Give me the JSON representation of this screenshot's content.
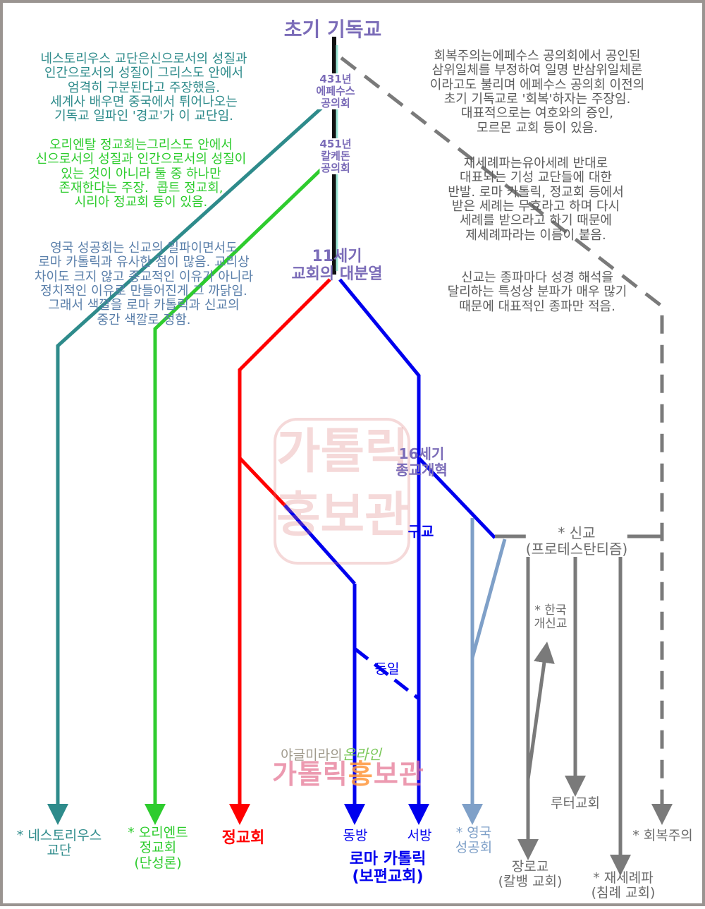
{
  "title": "초기 기독교",
  "events": {
    "ephesus": "431년\n에페수스\n공의회",
    "chalcedon": "451년\n칼케돈\n공의회",
    "schism": "11세기\n교회의 대분열",
    "reformation": "16세기\n종교개혁",
    "unity": "동일",
    "old_church": "구교"
  },
  "notes": {
    "nestorian": "네스토리우스 교단은신으로서의 성질과\n인간으로서의 성질이 그리스도 안에서\n엄격히 구분된다고 주장했음.\n세계사 배우면 중국에서 튀어나오는\n기독교 일파인 '경교'가 이 교단임.",
    "oriental": "오리엔탈 정교회는그리스도 안에서\n신으로서의 성질과 인간으로서의 성질이\n있는 것이 아니라 둘 중 하나만\n존재한다는 주장.  콥트 정교회,\n시리아 정교회 등이 있음.",
    "anglican": "영국 성공회는 신교의 일파이면서도\n로마 카톨릭과 유사한 점이 많음. 교리상\n차이도 크지 않고 종교적인 이유가 아니라\n정치적인 이유로 만들어진게 그 까닭임.\n그래서 색깔을 로마 카톨릭과 신교의\n중간 색깔로 정함.",
    "restoration": "회복주의는에페수스 공의회에서 공인된\n삼위일체를 부정하여 일명 반삼위일체론\n이라고도 불리며 에페수스 공의회 이전의\n초기 기독교로 '회복'하자는 주장임.\n대표적으로는 여호와의 증인,\n모르몬 교회 등이 있음.",
    "anabaptist": "재세례파는유아세례 반대로\n대표되는 기성 교단들에 대한\n반발. 로마 카톨릭, 정교회 등에서\n받은 세례는 무효라고 하며 다시\n세례를 받으라고 하기 때문에\n제세례파라는 이름이 붙음.",
    "protestant": "신교는 종파마다 성경 해석을\n달리하는 특성상 분파가 매우 많기\n때문에 대표적인 종파만 적음."
  },
  "branches": {
    "nestorian": "* 네스토리우스\n교단",
    "oriental": "* 오리엔트\n정교회\n(단성론)",
    "orthodox": "정교회",
    "east": "동방",
    "west": "서방",
    "catholic": "로마 카톨릭\n(보편교회)",
    "anglican": "* 영국\n성공회",
    "protestant": "* 신교\n(프로테스탄티즘)",
    "korean": "* 한국\n개신교",
    "lutheran": "루터교회",
    "presbyterian": "장로교\n(칼뱅 교회)",
    "anabaptist": "* 재세례파\n(침례 교회)",
    "restoration": "* 회복주의"
  },
  "watermark": {
    "seal": "가톨릭\n홍보관",
    "line1": "야글미라의",
    "script": "온라인",
    "brand_a": "가톨릭",
    "brand_h": "홍",
    "brand_b": "보관"
  },
  "colors": {
    "trunk": "#111111",
    "teal": "#2e8b8b",
    "green": "#2ecc2e",
    "red": "#ff0000",
    "blue": "#0000ee",
    "anglican": "#7fa0c8",
    "gray": "#7a7a7a",
    "purple": "#7b6cb8"
  }
}
